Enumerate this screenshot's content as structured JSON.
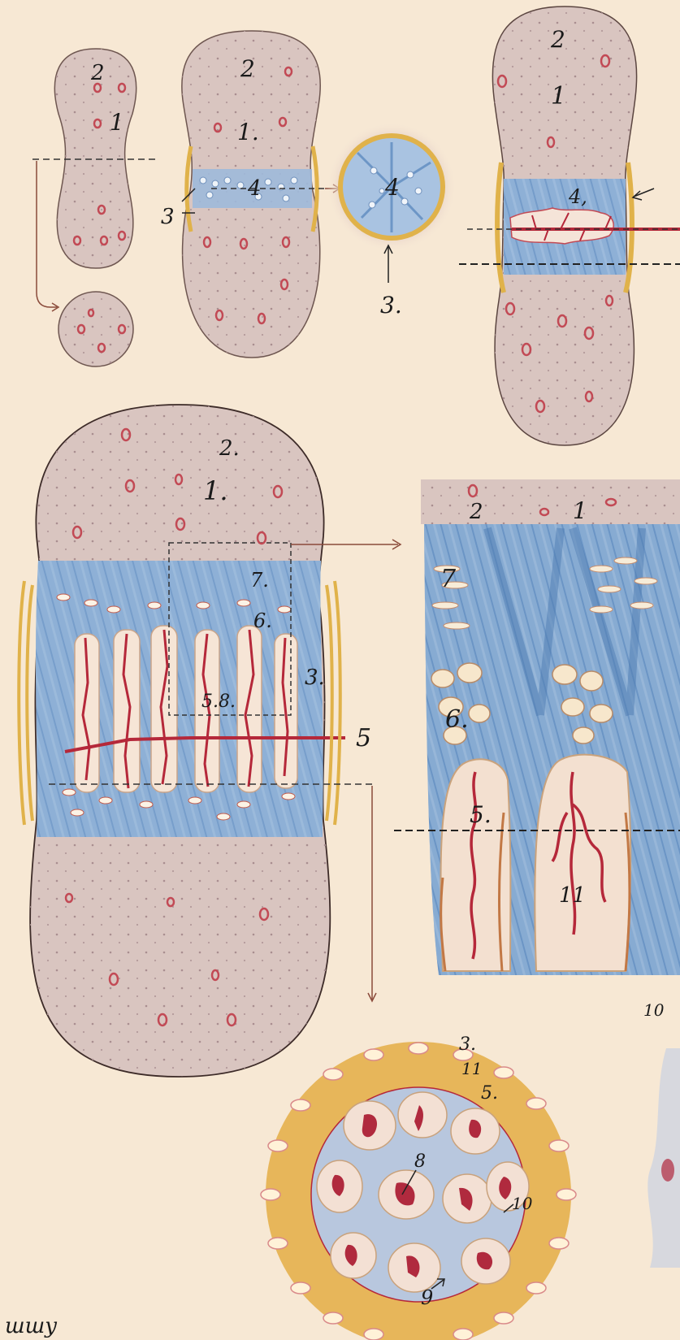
{
  "colors": {
    "paper": "#f7e8d4",
    "cartilage": "#dcc8c2",
    "ossification_zone": "#7fa6cf",
    "periosteum": "#e0b24a",
    "vessel": "#b5283a",
    "cell_outline": "#c24a55"
  },
  "figures": {
    "fig1": {
      "labels": [
        "2",
        "1"
      ]
    },
    "fig2": {
      "labels": [
        "2",
        "1.",
        "4",
        "3"
      ]
    },
    "fig3": {
      "labels": [
        "4",
        "3."
      ]
    },
    "fig4": {
      "labels": [
        "2",
        "1",
        "4,"
      ]
    },
    "fig5": {
      "labels": [
        "2.",
        "1.",
        "7.",
        "6.",
        "5.8.",
        "3.",
        "5"
      ]
    },
    "fig6": {
      "labels": [
        "2",
        "1",
        "7",
        "6.",
        "5.",
        "11",
        "10"
      ]
    },
    "fig7": {
      "labels": [
        "3.",
        "11",
        "5.",
        "8",
        "10",
        "9"
      ]
    }
  },
  "signature": "шшу"
}
